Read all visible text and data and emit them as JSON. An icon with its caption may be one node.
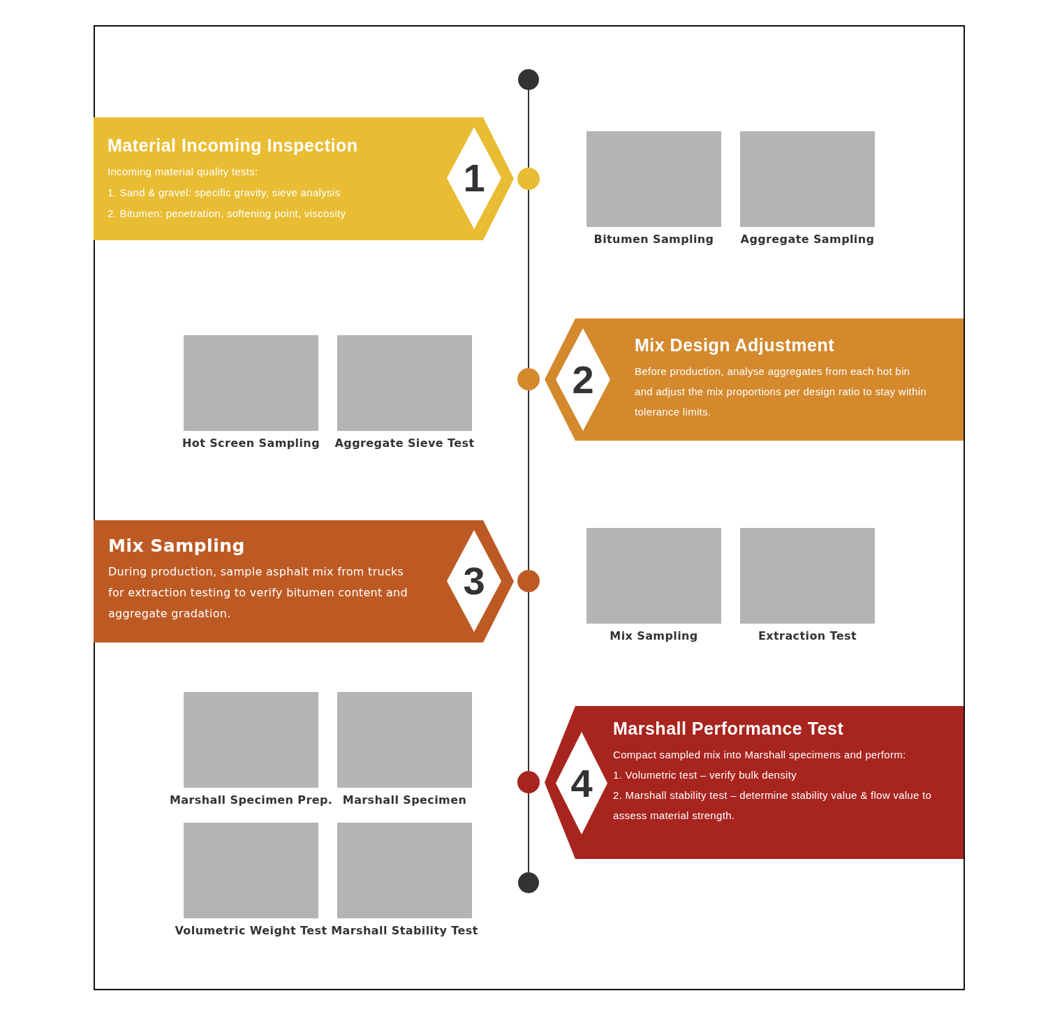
{
  "diagram": {
    "nodes": [
      {
        "text": [],
        "shape": "circle"
      },
      {
        "text": [
          "Material Incoming Inspection",
          "Incoming material quality tests:",
          "1. Sand & gravel: specific gravity, sieve analysis",
          "2. Bitumen: penetration, softening point, viscosity"
        ]
      },
      {
        "text": [
          "1"
        ],
        "in": 1
      },
      {
        "text": [],
        "shape": "circle"
      },
      {
        "text": [
          "Bitumen Sampling"
        ]
      },
      {
        "text": [
          "Aggregate Sampling"
        ]
      },
      {
        "text": [
          "Hot Screen Sampling"
        ]
      },
      {
        "text": [
          "Aggregate Sieve Test"
        ]
      },
      {
        "text": [],
        "shape": "circle"
      },
      {
        "text": [
          "Mix Design Adjustment",
          "Before production, analyse aggregates from each hot bin and adjust the mix proportions per design ratio to stay within tolerance limits."
        ]
      },
      {
        "text": [
          "2"
        ],
        "in": 9
      },
      {
        "text": [
          "Mix Sampling",
          "During production, sample asphalt mix from trucks for extraction testing to verify bitumen content and aggregate gradation."
        ]
      },
      {
        "text": [
          "3"
        ],
        "in": 11
      },
      {
        "text": [],
        "shape": "circle"
      },
      {
        "text": [
          "Mix Sampling"
        ]
      },
      {
        "text": [
          "Extraction Test"
        ]
      },
      {
        "text": [
          "Marshall Specimen Prep."
        ]
      },
      {
        "text": [
          "Marshall Specimen"
        ]
      },
      {
        "text": [],
        "shape": "circle"
      },
      {
        "text": [
          "Marshall Performance Test",
          "Compact sampled mix into Marshall specimens and perform:",
          "1. Volumetric test – verify bulk density",
          "2. Marshall stability test – determine stability value & flow value to assess material strength."
        ]
      },
      {
        "text": [
          "4"
        ],
        "in": 19
      },
      {
        "text": [
          "Volumetric Weight Test"
        ]
      },
      {
        "text": [
          "Marshall Stability Test"
        ]
      },
      {
        "text": [],
        "shape": "circle"
      }
    ],
    "edges": [
      {
        "from": 0,
        "to": 3,
        "arrow": "none"
      },
      {
        "from": 3,
        "to": 8,
        "arrow": "none"
      },
      {
        "from": 8,
        "to": 13,
        "arrow": "none"
      },
      {
        "from": 13,
        "to": 18,
        "arrow": "none"
      },
      {
        "from": 18,
        "to": 23,
        "arrow": "none"
      }
    ]
  }
}
